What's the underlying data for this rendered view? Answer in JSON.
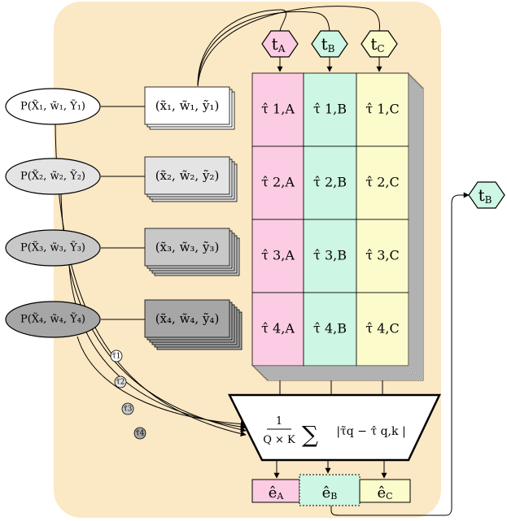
{
  "colors": {
    "panel": "#fbe8c4",
    "col_a": "#fccce4",
    "col_b": "#cdf6e4",
    "col_c": "#fcfbcc",
    "hex_a": "#fccce4",
    "hex_b": "#cdf6e4",
    "hex_c": "#fcfbcc",
    "shade_1": "#ffffff",
    "shade_2": "#e4e4e4",
    "shade_3": "#c8c8c8",
    "shade_4": "#a6a6a6"
  },
  "target_tasks": [
    {
      "label": "t",
      "sub": "A"
    },
    {
      "label": "t",
      "sub": "B"
    },
    {
      "label": "t",
      "sub": "C"
    }
  ],
  "distributions": [
    {
      "label": "P(X̃₁, w̃₁, Ỹ₁)"
    },
    {
      "label": "P(X̃₂, w̃₂, Ỹ₂)"
    },
    {
      "label": "P(X̃₃, w̃₃, Ỹ₃)"
    },
    {
      "label": "P(X̃₄, w̃₄, Ỹ₄)"
    }
  ],
  "samples": [
    {
      "label": "(x̃₁, w̃₁, ỹ₁)"
    },
    {
      "label": "(x̃₂, w̃₂, ỹ₂)"
    },
    {
      "label": "(x̃₃, w̃₃, ỹ₃)"
    },
    {
      "label": "(x̃₄, w̃₄, ỹ₄)"
    }
  ],
  "estimates": [
    [
      "τ̂ 1,A",
      "τ̂ 1,B",
      "τ̂ 1,C"
    ],
    [
      "τ̂ 2,A",
      "τ̂ 2,B",
      "τ̂ 2,C"
    ],
    [
      "τ̂ 3,A",
      "τ̂ 3,B",
      "τ̂ 3,C"
    ],
    [
      "τ̂ 4,A",
      "τ̂ 4,B",
      "τ̂ 4,C"
    ]
  ],
  "true_effects": [
    "τ̃1",
    "τ̃2",
    "τ̃3",
    "τ̃4"
  ],
  "aggregator": {
    "frac_num": "1",
    "frac_den": "Q × K",
    "sum": "∑",
    "term": "|τ̃q − τ̂ q,k |"
  },
  "errors": [
    {
      "label": "ê",
      "sub": "A"
    },
    {
      "label": "ê",
      "sub": "B"
    },
    {
      "label": "ê",
      "sub": "C"
    }
  ],
  "output_task": {
    "label": "t",
    "sub": "B"
  }
}
